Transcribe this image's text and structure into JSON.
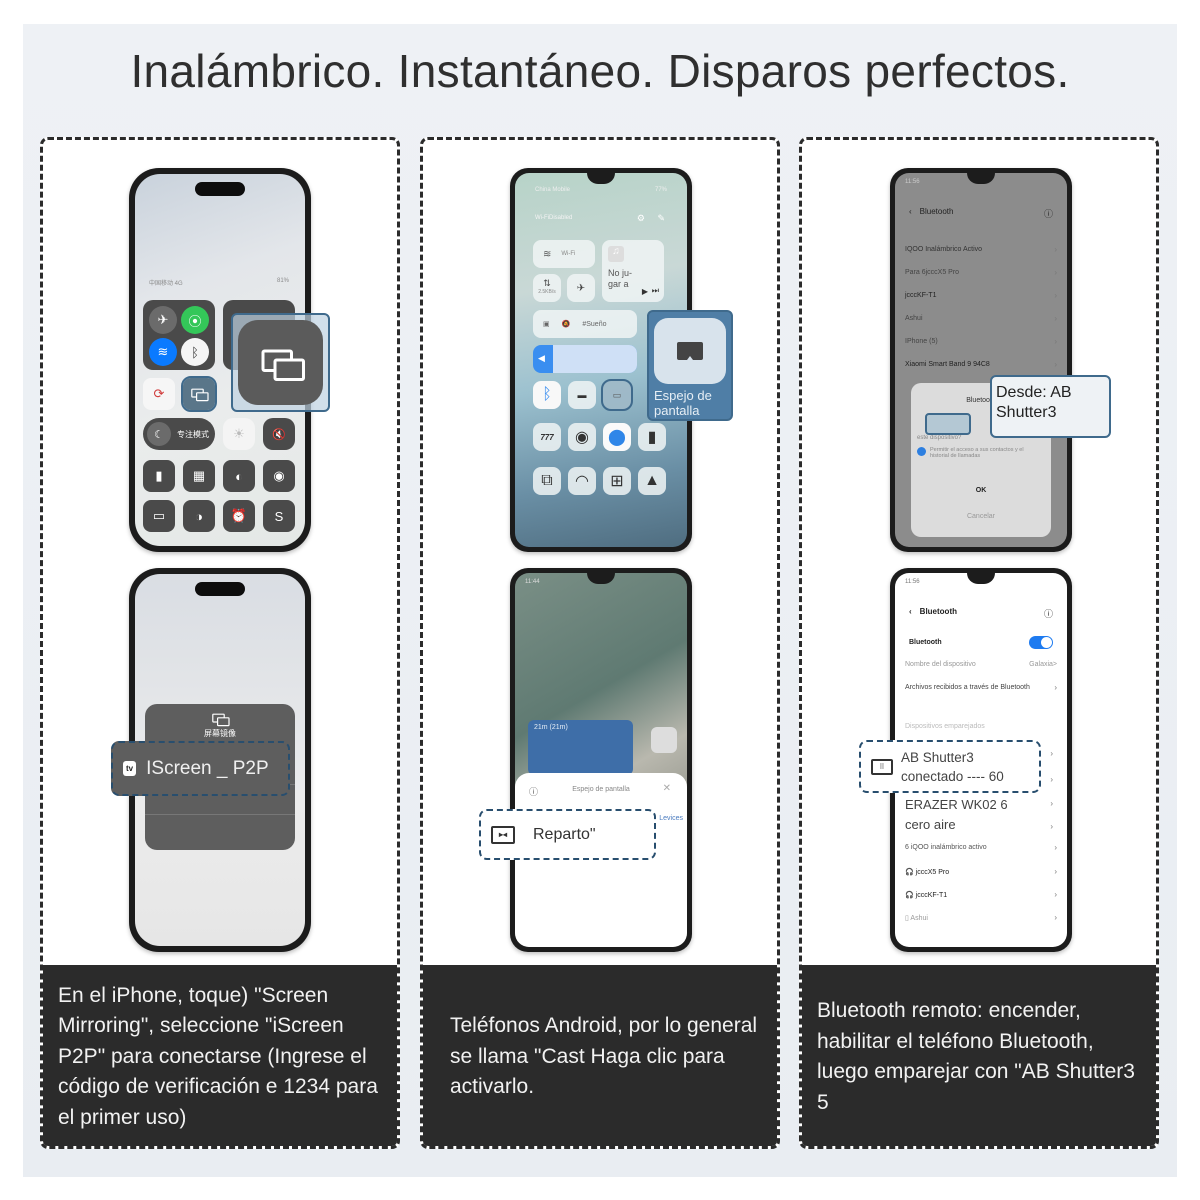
{
  "headline": "Inalámbrico. Instantáneo. Disparos perfectos.",
  "colors": {
    "panel_bg": "#eef1f5",
    "caption_bg": "#2b2b2b",
    "callout_border": "#284e6e",
    "ios_green": "#34c759",
    "ios_blue": "#0a7aff",
    "toggle_blue": "#1e7bf0"
  },
  "cards": [
    {
      "id": "iphone",
      "top_phone": {
        "status_left": "中国移动 4G",
        "status_right": "81%",
        "focus_label": "专注模式",
        "zoom_icon": "screen-mirroring-icon"
      },
      "bottom_phone": {
        "sheet_title": "屏幕镜像",
        "device_badge": "tv",
        "device_name": "IScreen _ P2P"
      },
      "caption": "En el iPhone, toque) \"Screen Mirroring\", seleccione \"iScreen P2P\" para conectarse (Ingrese el código de verificación e 1234 para el primer uso)"
    },
    {
      "id": "android",
      "top_phone": {
        "carrier": "China Mobile",
        "battery": "77%",
        "wifi_status": "Wi-FiDisabled",
        "wifi_tile": "Wi-Fi",
        "data_tile": "2.5KB/s",
        "media_text": "No ju- gar a",
        "sleep_tile": "#Sueño",
        "tiles_row1": [
          "Bluetooth",
          "Battery Saver",
          "Screen Mirroring"
        ],
        "tiles_row2": [
          "Monitor",
          "Eye Protection",
          "Location",
          "Linterna"
        ],
        "tiles_row3": [
          "S-capture",
          "Personal hotspot",
          "Calculator",
          "Speed up"
        ],
        "zoom_label": "Espejo de pantalla"
      },
      "bottom_phone": {
        "time": "11:44",
        "widget_value": "21m (21m)",
        "sheet_title": "Espejo de pantalla",
        "devices_label": "Levices",
        "cast_label": "Reparto\""
      },
      "caption": "Teléfonos Android, por lo general se llama \"Cast Haga clic para activarlo."
    },
    {
      "id": "bluetooth",
      "top_phone": {
        "time": "11:56",
        "title": "Bluetooth",
        "rows": [
          "IQOO Inalámbrico Activo",
          "Para 6jcccX5 Pro",
          "jcccKF-T1",
          "Ashui",
          "IPhone (5)",
          "Xiaomi Smart Band 9 94C8"
        ],
        "dialog_title": "Bluetooth",
        "dialog_question": "este dispositivo?",
        "dialog_checkbox": "Permitir el acceso a sus contactos y el historial de llamadas",
        "dialog_ok": "OK",
        "dialog_cancel": "Cancelar",
        "zoom_label": "Desde: AB Shutter3"
      },
      "bottom_phone": {
        "time": "11:56",
        "title": "Bluetooth",
        "toggle_label": "Bluetooth",
        "toggle_on": true,
        "device_name_label": "Nombre del dispositivo",
        "device_name_value": "Galaxia>",
        "received_files": "Archivos recibidos a través de Bluetooth",
        "paired_header": "Dispositivos emparejados",
        "highlight": "AB Shutter3 conectado ---- 60",
        "rows": [
          "ERAZER WK02 6 cero aire",
          "6 iQOO inalámbrico activo",
          "jcccX5 Pro",
          "jcccKF-T1",
          "Ashui"
        ]
      },
      "caption": "Bluetooth remoto: encender, habilitar el teléfono Bluetooth, luego emparejar con \"AB Shutter3 5"
    }
  ]
}
